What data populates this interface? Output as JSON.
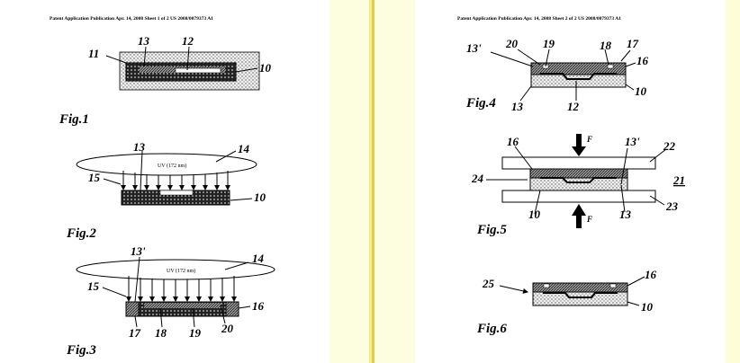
{
  "sheet1": {
    "header": "Patent Application Publication   Apr. 14, 2008   Sheet 1 of 2        US 2008/0079373 A1",
    "fig1": {
      "title": "Fig.1",
      "labels": {
        "l11": "11",
        "l13": "13",
        "l12": "12",
        "l10": "10"
      }
    },
    "fig2": {
      "title": "Fig.2",
      "uv": "UV (172 nm)",
      "labels": {
        "l13": "13",
        "l14": "14",
        "l15": "15",
        "l10": "10"
      }
    },
    "fig3": {
      "title": "Fig.3",
      "uv": "UV (172 nm)",
      "labels": {
        "l13p": "13'",
        "l14": "14",
        "l15": "15",
        "l16": "16",
        "l17": "17",
        "l18": "18",
        "l19": "19",
        "l20": "20"
      }
    }
  },
  "sheet2": {
    "header": "Patent Application Publication   Apr. 14, 2008   Sheet 2 of 2        US 2008/0079373 A1",
    "fig4": {
      "title": "Fig.4",
      "labels": {
        "l13p": "13'",
        "l20": "20",
        "l19": "19",
        "l18": "18",
        "l17": "17",
        "l16": "16",
        "l10": "10",
        "l13": "13",
        "l12": "12"
      }
    },
    "fig5": {
      "title": "Fig.5",
      "labels": {
        "l16": "16",
        "l13p": "13'",
        "l22": "22",
        "l24": "24",
        "l21": "21",
        "l10": "10",
        "l13": "13",
        "l23": "23",
        "fTop": "F",
        "fBot": "F"
      }
    },
    "fig6": {
      "title": "Fig.6",
      "labels": {
        "l25": "25",
        "l16": "16",
        "l10": "10"
      }
    }
  }
}
